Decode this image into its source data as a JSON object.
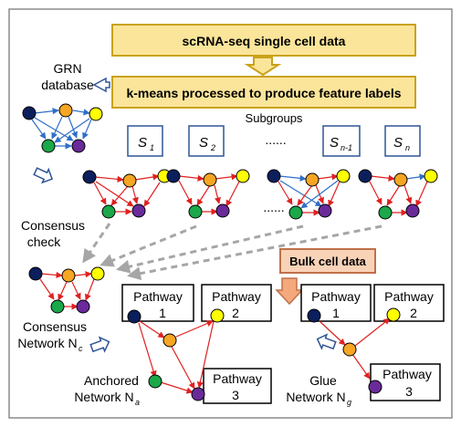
{
  "banners": {
    "top": "scRNA-seq single cell data",
    "kmeans": "k-means processed to produce feature labels",
    "bulk": "Bulk cell data"
  },
  "labels": {
    "grn_line1": "GRN",
    "grn_line2": "database",
    "subgroups": "Subgroups",
    "consensus_check_1": "Consensus",
    "consensus_check_2": "check",
    "consensus_network": "Consensus",
    "consensus_network_2": "Network N",
    "consensus_sub": "c",
    "anchored": "Anchored",
    "anchored_2": "Network N",
    "anchored_sub": "a",
    "glue": "Glue",
    "glue_2": "Network N",
    "glue_sub": "g",
    "dots_top": "......",
    "dots_mid": "......"
  },
  "subgroups": [
    {
      "base": "S",
      "sub": "1"
    },
    {
      "base": "S",
      "sub": "2"
    },
    {
      "base": "S",
      "sub": "n-1"
    },
    {
      "base": "S",
      "sub": "n"
    }
  ],
  "pathways": [
    {
      "label": "Pathway",
      "num": "1"
    },
    {
      "label": "Pathway",
      "num": "2"
    },
    {
      "label": "Pathway",
      "num": "3"
    },
    {
      "label": "Pathway",
      "num": "1"
    },
    {
      "label": "Pathway",
      "num": "2"
    },
    {
      "label": "Pathway",
      "num": "3"
    }
  ],
  "colors": {
    "banner_fill": "#fbe59a",
    "banner_stroke": "#c9a21a",
    "bulk_fill": "#f9d3b8",
    "bulk_stroke": "#c0704a",
    "node_navy": "#0b1f5c",
    "node_orange": "#f6a623",
    "node_yellow": "#ffff00",
    "node_green": "#1aa84a",
    "node_purple": "#6a2a9a",
    "edge_red": "#e02020",
    "edge_blue": "#2f6fc8",
    "box_blue": "#2f5597"
  }
}
